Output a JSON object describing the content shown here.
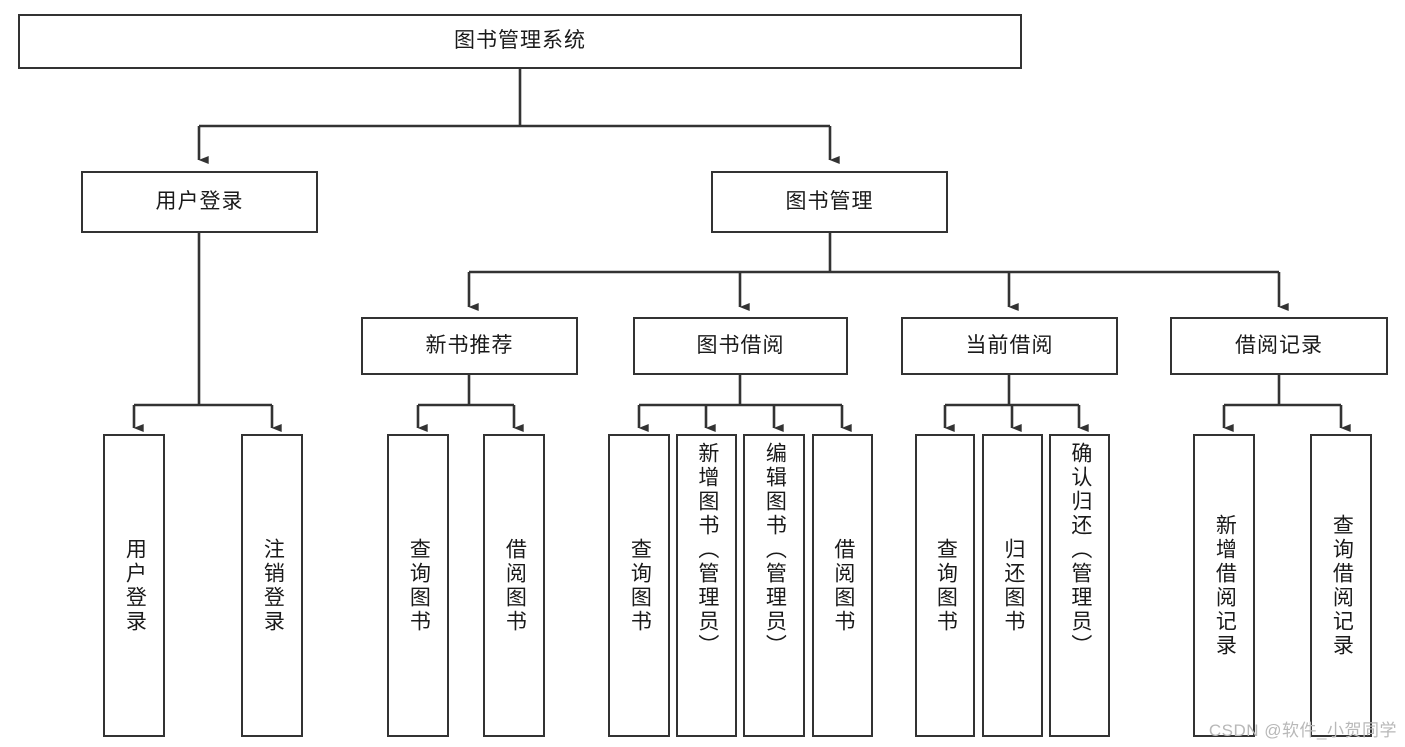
{
  "diagram": {
    "title": "图书管理系统",
    "type": "tree-hierarchy-chart",
    "root": {
      "id": "root",
      "label": "图书管理系统"
    },
    "level2": [
      {
        "id": "user-login",
        "label": "用户登录"
      },
      {
        "id": "book-manage",
        "label": "图书管理"
      }
    ],
    "level3": [
      {
        "id": "new-book-recommend",
        "label": "新书推荐"
      },
      {
        "id": "book-borrow",
        "label": "图书借阅"
      },
      {
        "id": "current-borrow",
        "label": "当前借阅"
      },
      {
        "id": "borrow-record",
        "label": "借阅记录"
      }
    ],
    "leaves": [
      {
        "id": "leaf-user-login",
        "label": "用户登录",
        "parent": "user-login"
      },
      {
        "id": "leaf-logout-login",
        "label": "注销登录",
        "parent": "user-login"
      },
      {
        "id": "leaf-query-book-1",
        "label": "查询图书",
        "parent": "new-book-recommend"
      },
      {
        "id": "leaf-borrow-book-1",
        "label": "借阅图书",
        "parent": "new-book-recommend"
      },
      {
        "id": "leaf-query-book-2",
        "label": "查询图书",
        "parent": "book-borrow"
      },
      {
        "id": "leaf-add-book",
        "label": "新增图书（管理员）",
        "parent": "book-borrow"
      },
      {
        "id": "leaf-edit-book",
        "label": "编辑图书（管理员）",
        "parent": "book-borrow"
      },
      {
        "id": "leaf-borrow-book-2",
        "label": "借阅图书",
        "parent": "book-borrow"
      },
      {
        "id": "leaf-query-book-3",
        "label": "查询图书",
        "parent": "current-borrow"
      },
      {
        "id": "leaf-return-book",
        "label": "归还图书",
        "parent": "current-borrow"
      },
      {
        "id": "leaf-confirm-return",
        "label": "确认归还（管理员）",
        "parent": "current-borrow"
      },
      {
        "id": "leaf-add-record",
        "label": "新增借阅记录",
        "parent": "borrow-record"
      },
      {
        "id": "leaf-query-record",
        "label": "查询借阅记录",
        "parent": "borrow-record"
      }
    ],
    "watermark": "CSDN @软件_小贺同学",
    "colors": {
      "stroke": "#333333",
      "fill": "#ffffff",
      "text": "#1a1a1a",
      "watermark": "#b8b8b8"
    }
  }
}
